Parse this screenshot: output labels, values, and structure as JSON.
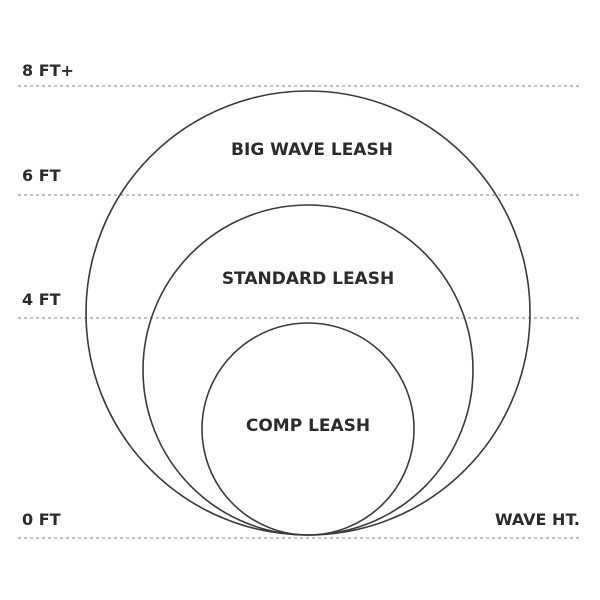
{
  "axis": {
    "levels": [
      {
        "label": "8 FT+"
      },
      {
        "label": "6 FT"
      },
      {
        "label": "4 FT"
      },
      {
        "label": "0 FT"
      }
    ],
    "unit_label": "WAVE HT."
  },
  "leashes": [
    {
      "label": "BIG WAVE LEASH"
    },
    {
      "label": "STANDARD LEASH"
    },
    {
      "label": "COMP LEASH"
    }
  ],
  "colors": {
    "circle_stroke": "#3a3a3a",
    "grid_line": "#9a9a9a",
    "text": "#2b2b2b"
  }
}
